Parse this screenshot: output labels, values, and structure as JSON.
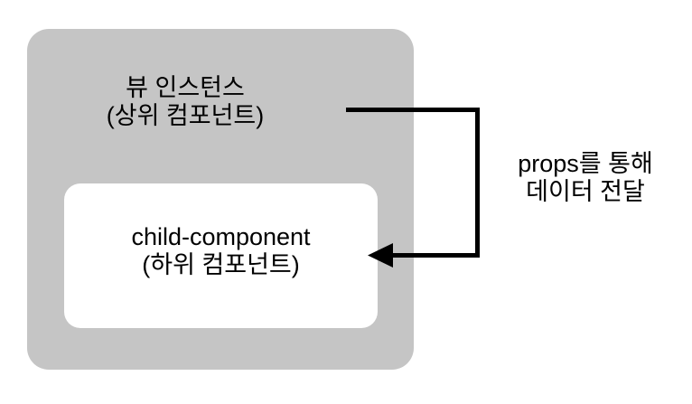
{
  "diagram": {
    "title": "Vue props data flow",
    "colors": {
      "parent_fill": "#c5c5c5",
      "child_fill": "#ffffff",
      "arrow_stroke": "#000000",
      "text": "#000000",
      "background": "#ffffff"
    },
    "parent_box": {
      "label_line1": "뷰 인스턴스",
      "label_line2": "(상위 컴포넌트)"
    },
    "child_box": {
      "label_line1": "child-component",
      "label_line2": "(하위 컴포넌트)"
    },
    "connector": {
      "label_line1": "props를 통해",
      "label_line2": "데이터 전달",
      "direction": "parent-to-child",
      "arrowhead": "left"
    }
  }
}
